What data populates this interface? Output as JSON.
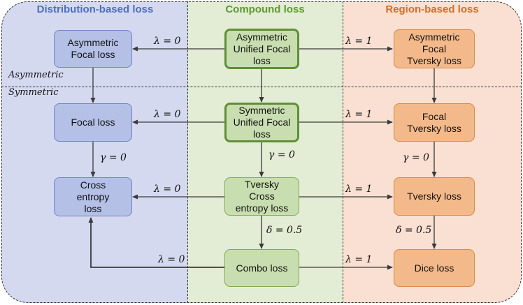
{
  "columns": {
    "distribution": "Distribution-based loss",
    "compound": "Compound loss",
    "region": "Region-based loss"
  },
  "regions": {
    "asymmetric": "Asymmetric",
    "symmetric": "Symmetric"
  },
  "nodes": {
    "asym_focal": "Asymmetric\nFocal loss",
    "asym_unified": "Asymmetric\nUnified Focal\nloss",
    "asym_focal_tversky": "Asymmetric\nFocal\nTversky loss",
    "focal": "Focal loss",
    "sym_unified": "Symmetric\nUnified Focal\nloss",
    "focal_tversky": "Focal\nTversky loss",
    "cross_entropy": "Cross\nentropy\nloss",
    "tversky_ce": "Tversky\nCross\nentropy loss",
    "tversky": "Tversky loss",
    "combo": "Combo loss",
    "dice": "Dice loss"
  },
  "edge_labels": {
    "lambda0": "λ = 0",
    "lambda1": "λ = 1",
    "gamma0": "γ = 0",
    "delta05": "δ = 0.5"
  },
  "colors": {
    "distribution_bg": "#d5d9f0",
    "compound_bg": "#e3ecd4",
    "region_bg": "#fae0d2",
    "distribution_title": "#4d6fbd",
    "compound_title": "#5e9a2f",
    "region_title": "#d26e27"
  }
}
